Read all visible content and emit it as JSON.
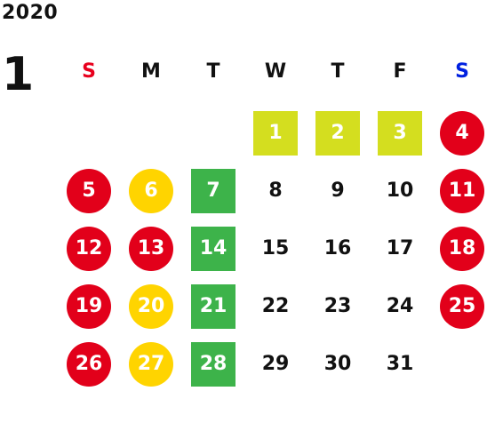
{
  "calendar": {
    "year": "2020",
    "month": "1",
    "weekdays": [
      {
        "label": "S",
        "color": "#e8001d"
      },
      {
        "label": "M",
        "color": "#111111"
      },
      {
        "label": "T",
        "color": "#111111"
      },
      {
        "label": "W",
        "color": "#111111"
      },
      {
        "label": "T",
        "color": "#111111"
      },
      {
        "label": "F",
        "color": "#111111"
      },
      {
        "label": "S",
        "color": "#0020e0"
      }
    ],
    "colors": {
      "red": "#e2001a",
      "yellow": "#ffd400",
      "green": "#3db34a",
      "lime": "#d4de1f"
    },
    "days": [
      {
        "label": "1",
        "row": 0,
        "col": 3,
        "style": "lime-square"
      },
      {
        "label": "2",
        "row": 0,
        "col": 4,
        "style": "lime-square"
      },
      {
        "label": "3",
        "row": 0,
        "col": 5,
        "style": "lime-square"
      },
      {
        "label": "4",
        "row": 0,
        "col": 6,
        "style": "red-circle"
      },
      {
        "label": "5",
        "row": 1,
        "col": 0,
        "style": "red-circle"
      },
      {
        "label": "6",
        "row": 1,
        "col": 1,
        "style": "yellow-circle"
      },
      {
        "label": "7",
        "row": 1,
        "col": 2,
        "style": "green-square"
      },
      {
        "label": "8",
        "row": 1,
        "col": 3,
        "style": "plain"
      },
      {
        "label": "9",
        "row": 1,
        "col": 4,
        "style": "plain"
      },
      {
        "label": "10",
        "row": 1,
        "col": 5,
        "style": "plain"
      },
      {
        "label": "11",
        "row": 1,
        "col": 6,
        "style": "red-circle"
      },
      {
        "label": "12",
        "row": 2,
        "col": 0,
        "style": "red-circle"
      },
      {
        "label": "13",
        "row": 2,
        "col": 1,
        "style": "red-circle"
      },
      {
        "label": "14",
        "row": 2,
        "col": 2,
        "style": "green-square"
      },
      {
        "label": "15",
        "row": 2,
        "col": 3,
        "style": "plain"
      },
      {
        "label": "16",
        "row": 2,
        "col": 4,
        "style": "plain"
      },
      {
        "label": "17",
        "row": 2,
        "col": 5,
        "style": "plain"
      },
      {
        "label": "18",
        "row": 2,
        "col": 6,
        "style": "red-circle"
      },
      {
        "label": "19",
        "row": 3,
        "col": 0,
        "style": "red-circle"
      },
      {
        "label": "20",
        "row": 3,
        "col": 1,
        "style": "yellow-circle"
      },
      {
        "label": "21",
        "row": 3,
        "col": 2,
        "style": "green-square"
      },
      {
        "label": "22",
        "row": 3,
        "col": 3,
        "style": "plain"
      },
      {
        "label": "23",
        "row": 3,
        "col": 4,
        "style": "plain"
      },
      {
        "label": "24",
        "row": 3,
        "col": 5,
        "style": "plain"
      },
      {
        "label": "25",
        "row": 3,
        "col": 6,
        "style": "red-circle"
      },
      {
        "label": "26",
        "row": 4,
        "col": 0,
        "style": "red-circle"
      },
      {
        "label": "27",
        "row": 4,
        "col": 1,
        "style": "yellow-circle"
      },
      {
        "label": "28",
        "row": 4,
        "col": 2,
        "style": "green-square"
      },
      {
        "label": "29",
        "row": 4,
        "col": 3,
        "style": "plain"
      },
      {
        "label": "30",
        "row": 4,
        "col": 4,
        "style": "plain"
      },
      {
        "label": "31",
        "row": 4,
        "col": 5,
        "style": "plain"
      }
    ]
  }
}
